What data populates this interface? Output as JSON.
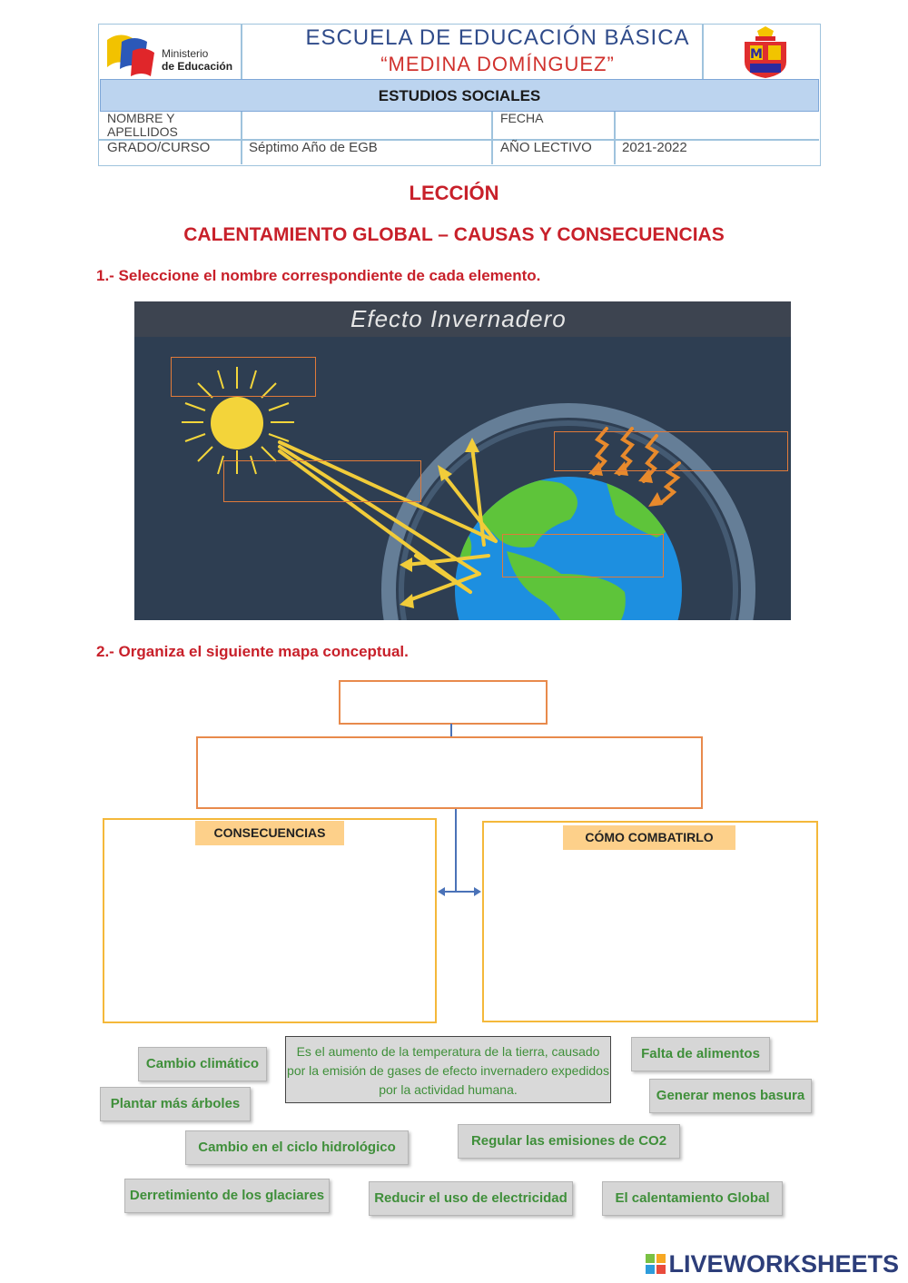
{
  "header": {
    "logo_line1": "Ministerio",
    "logo_line2": "de Educación",
    "school_line1": "ESCUELA DE EDUCACIÓN BÁSICA",
    "school_line2": "“MEDINA DOMÍNGUEZ”",
    "subject": "ESTUDIOS SOCIALES",
    "name_label": "NOMBRE Y APELLIDOS",
    "name_value": "",
    "date_label": "FECHA",
    "date_value": "",
    "grade_label": "GRADO/CURSO",
    "grade_value": "Séptimo Año de EGB",
    "year_label": "AÑO LECTIVO",
    "year_value": "2021-2022"
  },
  "lesson": {
    "title": "LECCIÓN",
    "subtitle": "CALENTAMIENTO GLOBAL – CAUSAS Y CONSECUENCIAS"
  },
  "question1": {
    "text": "1.- Seleccione el nombre correspondiente de cada elemento.",
    "image_title": "Efecto Invernadero"
  },
  "question2": {
    "text": "2.- Organiza el siguiente mapa conceptual.",
    "consequences_tag": "CONSECUENCIAS",
    "combat_tag": "CÓMO COMBATIRLO"
  },
  "chips": {
    "cambio_climatico": "Cambio climático",
    "definition": "Es el aumento de la temperatura de la tierra, causado por la emisión de gases de efecto invernadero expedidos por la actividad humana.",
    "falta_alimentos": "Falta de alimentos",
    "plantar_arboles": "Plantar más árboles",
    "generar_basura": "Generar menos basura",
    "ciclo_hidrologico": "Cambio en el ciclo hidrológico",
    "regular_co2": "Regular las emisiones de CO2",
    "glaciares": "Derretimiento de los glaciares",
    "electricidad": "Reducir el uso de electricidad",
    "calentamiento": "El calentamiento Global"
  },
  "footer": {
    "brand": "LIVEWORKSHEETS"
  },
  "colors": {
    "accent_red": "#c8202a",
    "chip_text_green": "#3f8f3a",
    "drop_border": "#e07a3a",
    "yellow_border": "#f4b83a"
  }
}
